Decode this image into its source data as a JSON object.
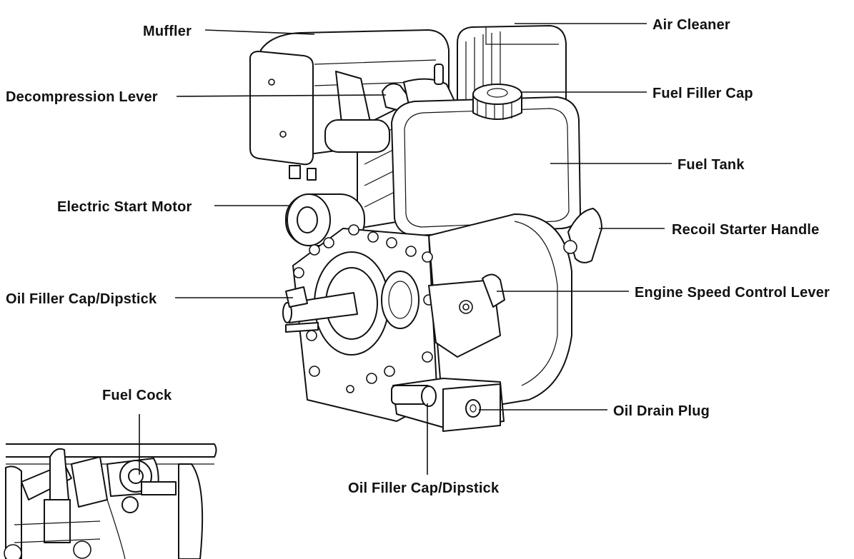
{
  "labels": {
    "muffler": "Muffler",
    "air_cleaner": "Air Cleaner",
    "decompression_lever": "Decompression Lever",
    "fuel_filler_cap": "Fuel Filler Cap",
    "fuel_tank": "Fuel Tank",
    "electric_start_motor": "Electric Start Motor",
    "recoil_starter_handle": "Recoil Starter Handle",
    "oil_filler_cap_left": "Oil Filler Cap/Dipstick",
    "engine_speed_control_lever": "Engine Speed Control Lever",
    "fuel_cock": "Fuel Cock",
    "oil_drain_plug": "Oil Drain Plug",
    "oil_filler_cap_bottom": "Oil Filler Cap/Dipstick"
  }
}
